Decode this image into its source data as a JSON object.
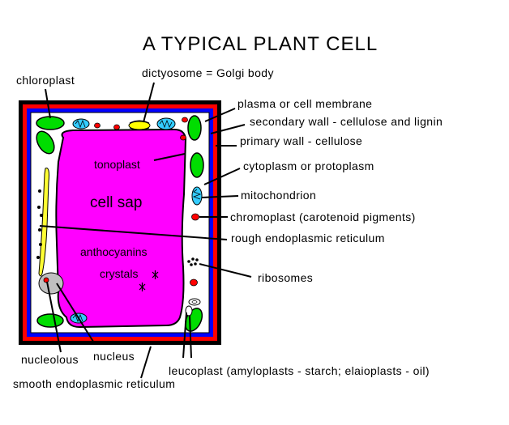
{
  "title": "A TYPICAL PLANT CELL",
  "labels": {
    "chloroplast": "chloroplast",
    "dictyosome": "dictyosome = Golgi body",
    "plasma_membrane": "plasma or cell membrane",
    "secondary_wall": "secondary wall - cellulose and lignin",
    "primary_wall": "primary wall - cellulose",
    "cytoplasm": "cytoplasm or protoplasm",
    "mitochondrion": "mitochondrion",
    "chromoplast": "chromoplast (carotenoid pigments)",
    "rough_er": "rough endoplasmic reticulum",
    "ribosomes": "ribosomes",
    "nucleolous": "nucleolous",
    "nucleus": "nucleus",
    "leucoplast": "leucoplast (amyloplasts - starch;  elaioplasts - oil)",
    "smooth_er": "smooth endoplasmic reticulum"
  },
  "inner_labels": {
    "tonoplast": "tonoplast",
    "cell_sap": "cell sap",
    "anthocyanins": "anthocyanins",
    "crystals": "crystals"
  },
  "colors": {
    "outer_wall": "#000000",
    "primary_wall": "#ff0000",
    "secondary_wall": "#0000ff",
    "vacuole": "#ff00ff",
    "chloroplast": "#00dd00",
    "mitochondrion": "#33ccff",
    "chromoplast": "#ff0000",
    "golgi": "#ffff00",
    "er": "#ffff33",
    "nucleus": "#c0c0c0"
  }
}
